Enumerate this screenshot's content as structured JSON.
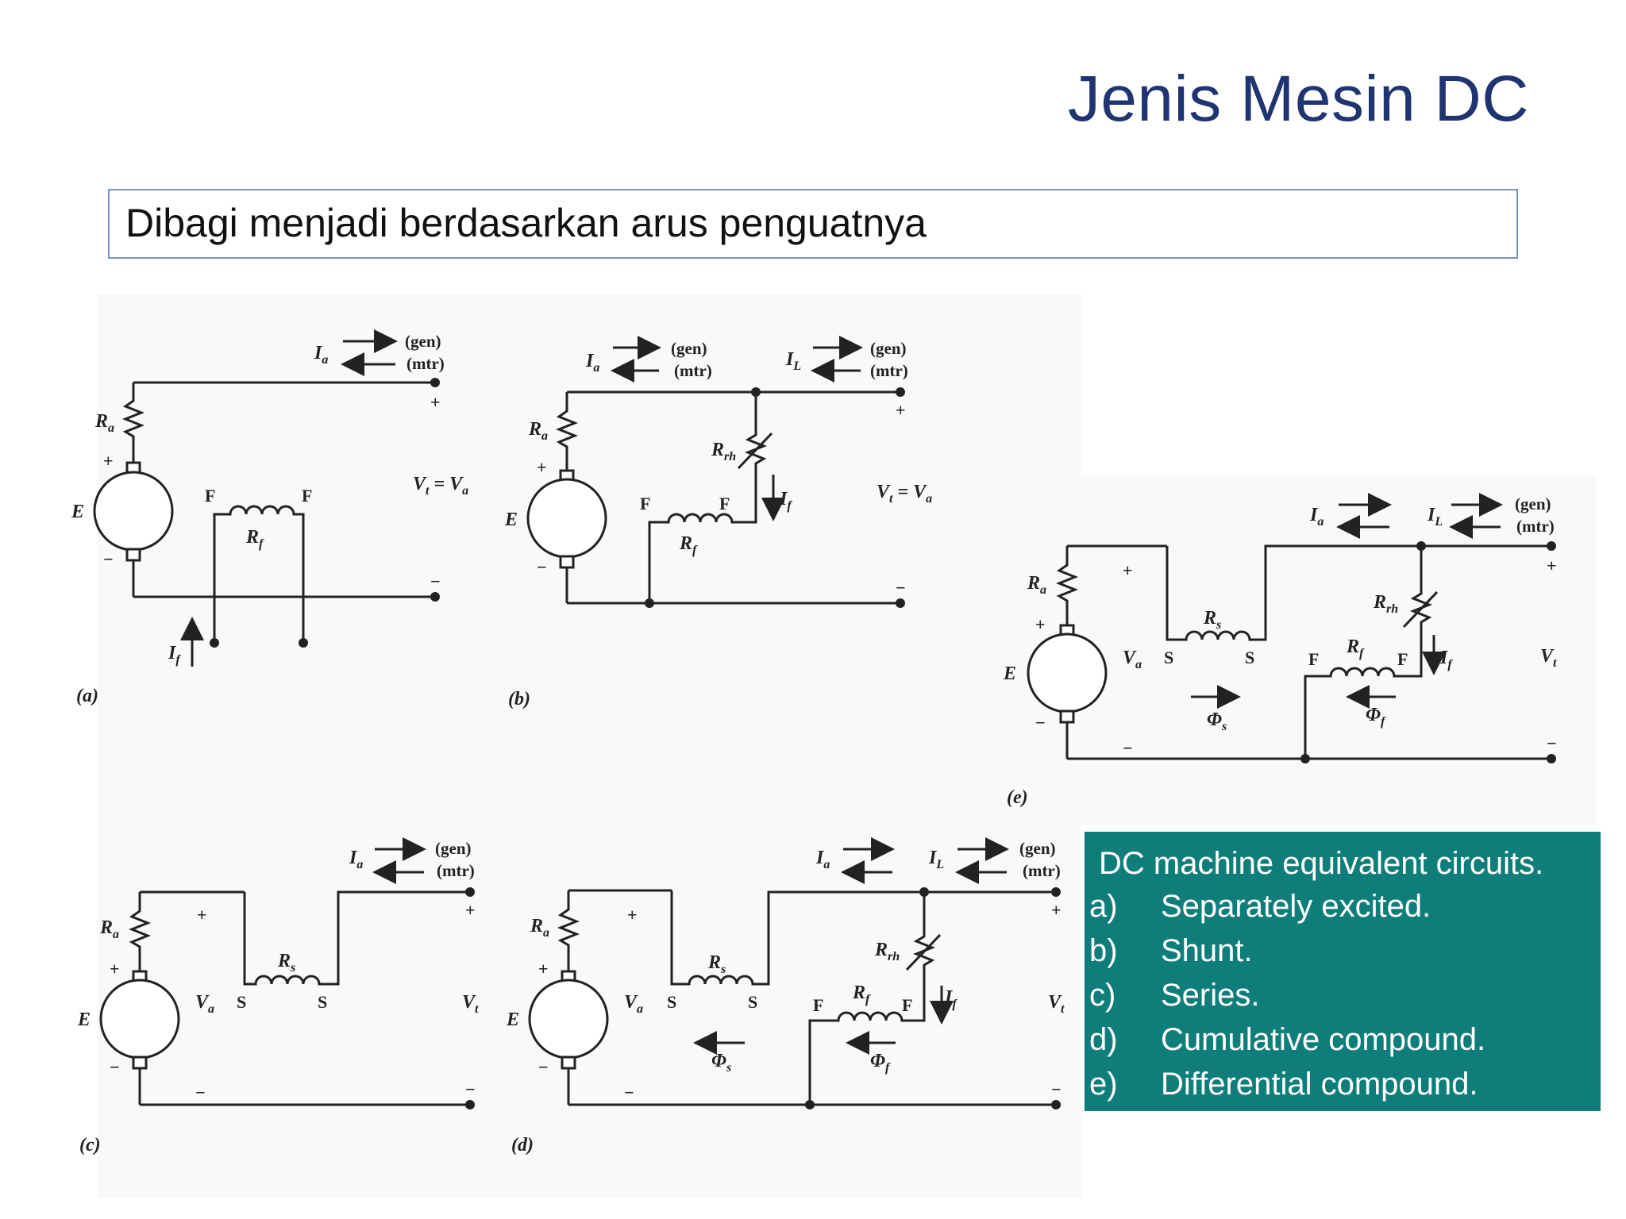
{
  "title": "Jenis Mesin DC",
  "subtitle": "Dibagi menjadi berdasarkan arus penguatnya",
  "caption": {
    "heading": "DC machine equivalent circuits.",
    "items": [
      {
        "key": "a)",
        "text": "Separately excited."
      },
      {
        "key": "b)",
        "text": "Shunt."
      },
      {
        "key": "c)",
        "text": "Series."
      },
      {
        "key": "d)",
        "text": "Cumulative compound."
      },
      {
        "key": "e)",
        "text": "Differential compound."
      }
    ]
  },
  "figures": {
    "a": {
      "label": "(a)",
      "Ra": "R",
      "E": "E",
      "Rf": "R",
      "F": "F",
      "If": "I",
      "Ia": "I",
      "gen": "(gen)",
      "mtr": "(mtr)",
      "Vt": "V",
      "eq": "= V"
    },
    "b": {
      "label": "(b)"
    },
    "c": {
      "label": "(c)"
    },
    "d": {
      "label": "(d)"
    },
    "e": {
      "label": "(e)"
    }
  },
  "symbols": {
    "S": "S",
    "F": "F",
    "phi": "Φ",
    "gen": "(gen)",
    "mtr": "(mtr)",
    "plus": "+",
    "minus": "−"
  }
}
